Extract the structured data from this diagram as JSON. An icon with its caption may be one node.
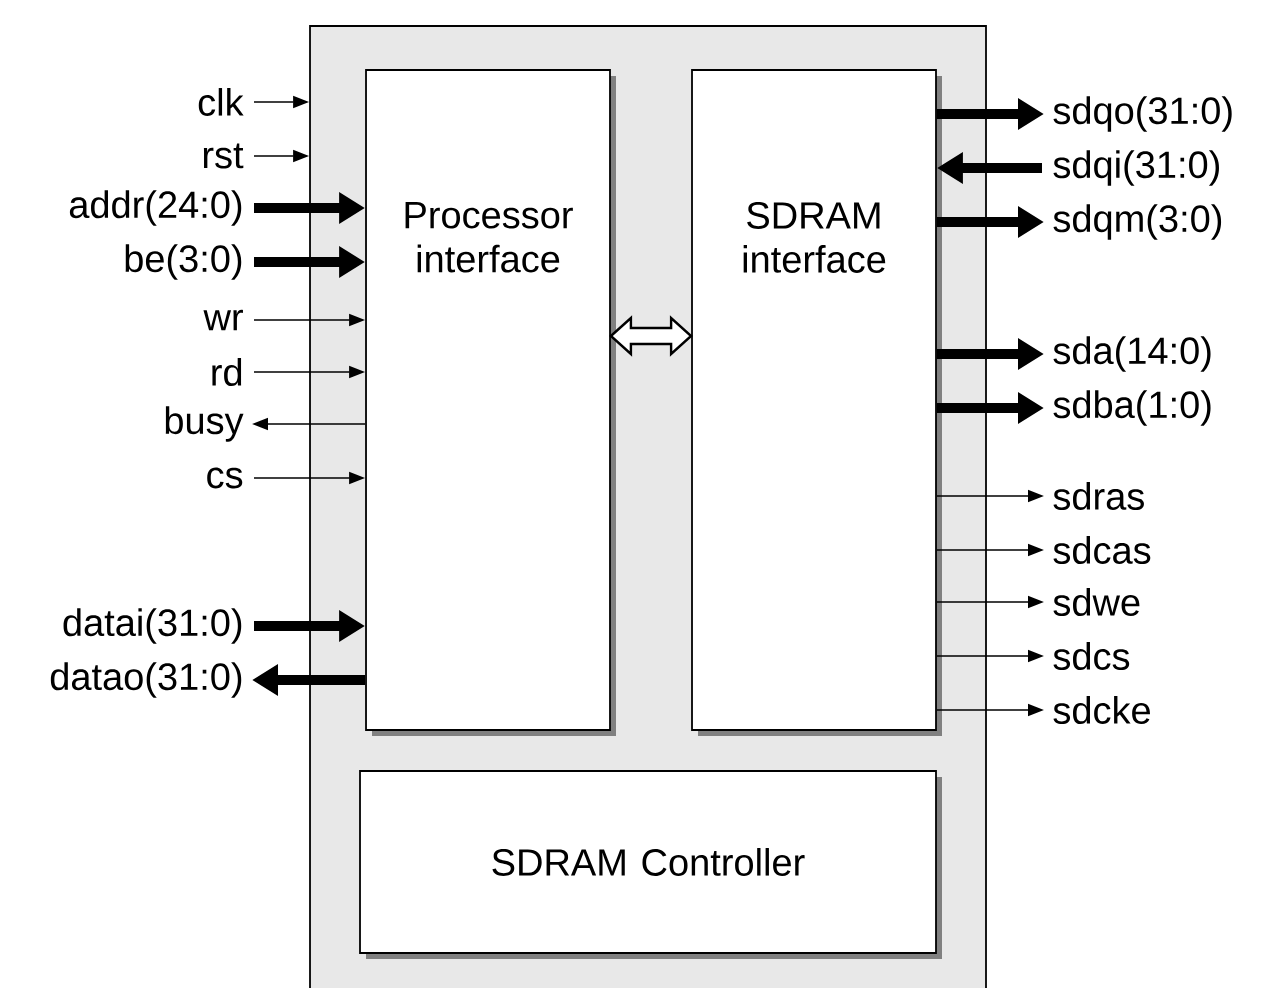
{
  "diagram": {
    "nodes": [
      {
        "text": [],
        "shape": "box"
      },
      {
        "text": [
          "Processor interface"
        ],
        "in": 0
      },
      {
        "text": [
          "SDRAM interface"
        ],
        "in": 0
      },
      {
        "text": [
          "SDRAM Controller"
        ],
        "in": 0
      },
      {
        "text": [
          "clk"
        ]
      },
      {
        "text": [
          "rst"
        ]
      },
      {
        "text": [
          "addr(24:0)"
        ]
      },
      {
        "text": [
          "be(3:0)"
        ]
      },
      {
        "text": [
          "wr"
        ]
      },
      {
        "text": [
          "rd"
        ]
      },
      {
        "text": [
          "busy"
        ]
      },
      {
        "text": [
          "cs"
        ]
      },
      {
        "text": [
          "datai(31:0)"
        ]
      },
      {
        "text": [
          "datao(31:0)"
        ]
      },
      {
        "text": [
          "sdqo(31:0)"
        ]
      },
      {
        "text": [
          "sdqi(31:0)"
        ]
      },
      {
        "text": [
          "sdqm(3:0)"
        ]
      },
      {
        "text": [
          "sda(14:0)"
        ]
      },
      {
        "text": [
          "sdba(1:0)"
        ]
      },
      {
        "text": [
          "sdras"
        ]
      },
      {
        "text": [
          "sdcas"
        ]
      },
      {
        "text": [
          "sdwe"
        ]
      },
      {
        "text": [
          "sdcs"
        ]
      },
      {
        "text": [
          "sdcke"
        ]
      }
    ],
    "edges": [
      {
        "from": 4,
        "to": 0,
        "arrow": "to"
      },
      {
        "from": 5,
        "to": 0,
        "arrow": "to"
      },
      {
        "from": 6,
        "to": 1,
        "arrow": "to",
        "style": "thick"
      },
      {
        "from": 7,
        "to": 1,
        "arrow": "to",
        "style": "thick"
      },
      {
        "from": 8,
        "to": 1,
        "arrow": "to"
      },
      {
        "from": 9,
        "to": 1,
        "arrow": "to"
      },
      {
        "from": 1,
        "to": 10,
        "arrow": "to"
      },
      {
        "from": 11,
        "to": 1,
        "arrow": "to"
      },
      {
        "from": 12,
        "to": 1,
        "arrow": "to",
        "style": "thick"
      },
      {
        "from": 1,
        "to": 13,
        "arrow": "to",
        "style": "thick"
      },
      {
        "from": 1,
        "to": 2,
        "arrow": "both",
        "style": "thick"
      },
      {
        "from": 2,
        "to": 14,
        "arrow": "to",
        "style": "thick"
      },
      {
        "from": 15,
        "to": 2,
        "arrow": "to",
        "style": "thick"
      },
      {
        "from": 2,
        "to": 16,
        "arrow": "to",
        "style": "thick"
      },
      {
        "from": 2,
        "to": 17,
        "arrow": "to",
        "style": "thick"
      },
      {
        "from": 2,
        "to": 18,
        "arrow": "to",
        "style": "thick"
      },
      {
        "from": 2,
        "to": 19,
        "arrow": "to"
      },
      {
        "from": 2,
        "to": 20,
        "arrow": "to"
      },
      {
        "from": 2,
        "to": 21,
        "arrow": "to"
      },
      {
        "from": 2,
        "to": 22,
        "arrow": "to"
      },
      {
        "from": 2,
        "to": 23,
        "arrow": "to"
      }
    ]
  }
}
